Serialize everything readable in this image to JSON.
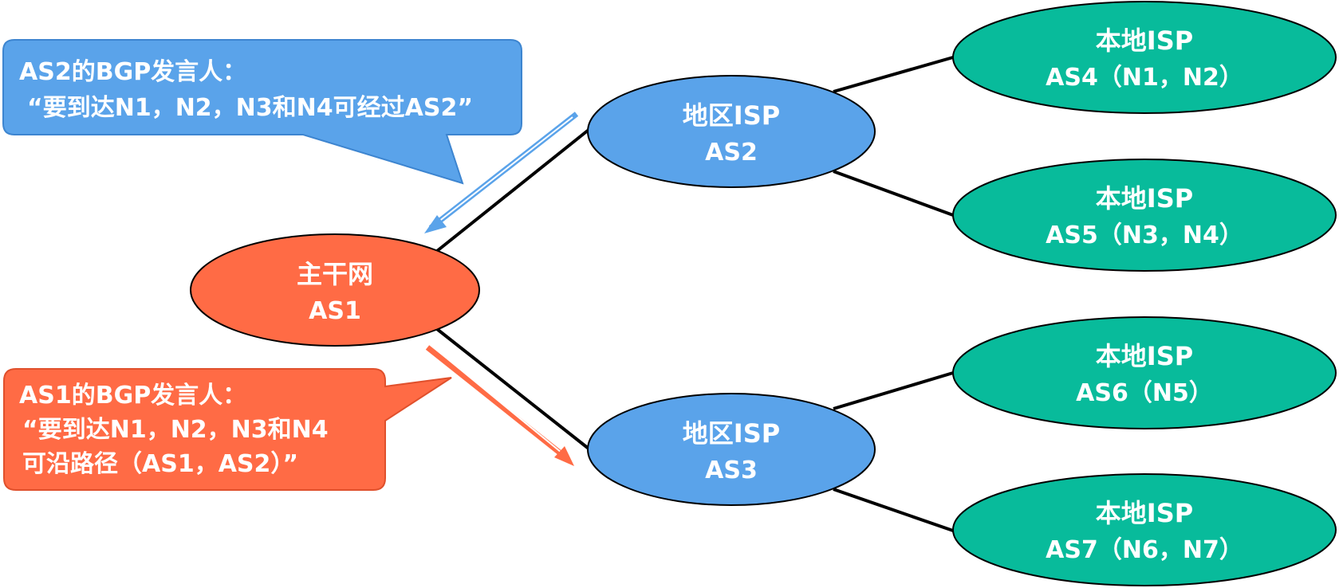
{
  "colors": {
    "backbone": "#FF6B45",
    "regional": "#5AA3EA",
    "local": "#08BB9B",
    "line": "#000000",
    "text": "#FFFFFF"
  },
  "nodes": {
    "as1": {
      "line1": "主干网",
      "line2": "AS1"
    },
    "as2": {
      "line1": "地区ISP",
      "line2": "AS2"
    },
    "as3": {
      "line1": "地区ISP",
      "line2": "AS3"
    },
    "as4": {
      "line1": "本地ISP",
      "line2": "AS4（N1，N2）"
    },
    "as5": {
      "line1": "本地ISP",
      "line2": "AS5（N3，N4）"
    },
    "as6": {
      "line1": "本地ISP",
      "line2": "AS6（N5）"
    },
    "as7": {
      "line1": "本地ISP",
      "line2": "AS7（N6，N7）"
    }
  },
  "callouts": {
    "as2_speaker": {
      "line1": "AS2的BGP发言人：",
      "line2": "“要到达N1，N2，N3和N4可经过AS2”"
    },
    "as1_speaker": {
      "line1": "AS1的BGP发言人：",
      "line2": "“要到达N1，N2，N3和N4",
      "line3": "可沿路径（AS1，AS2）”"
    }
  }
}
